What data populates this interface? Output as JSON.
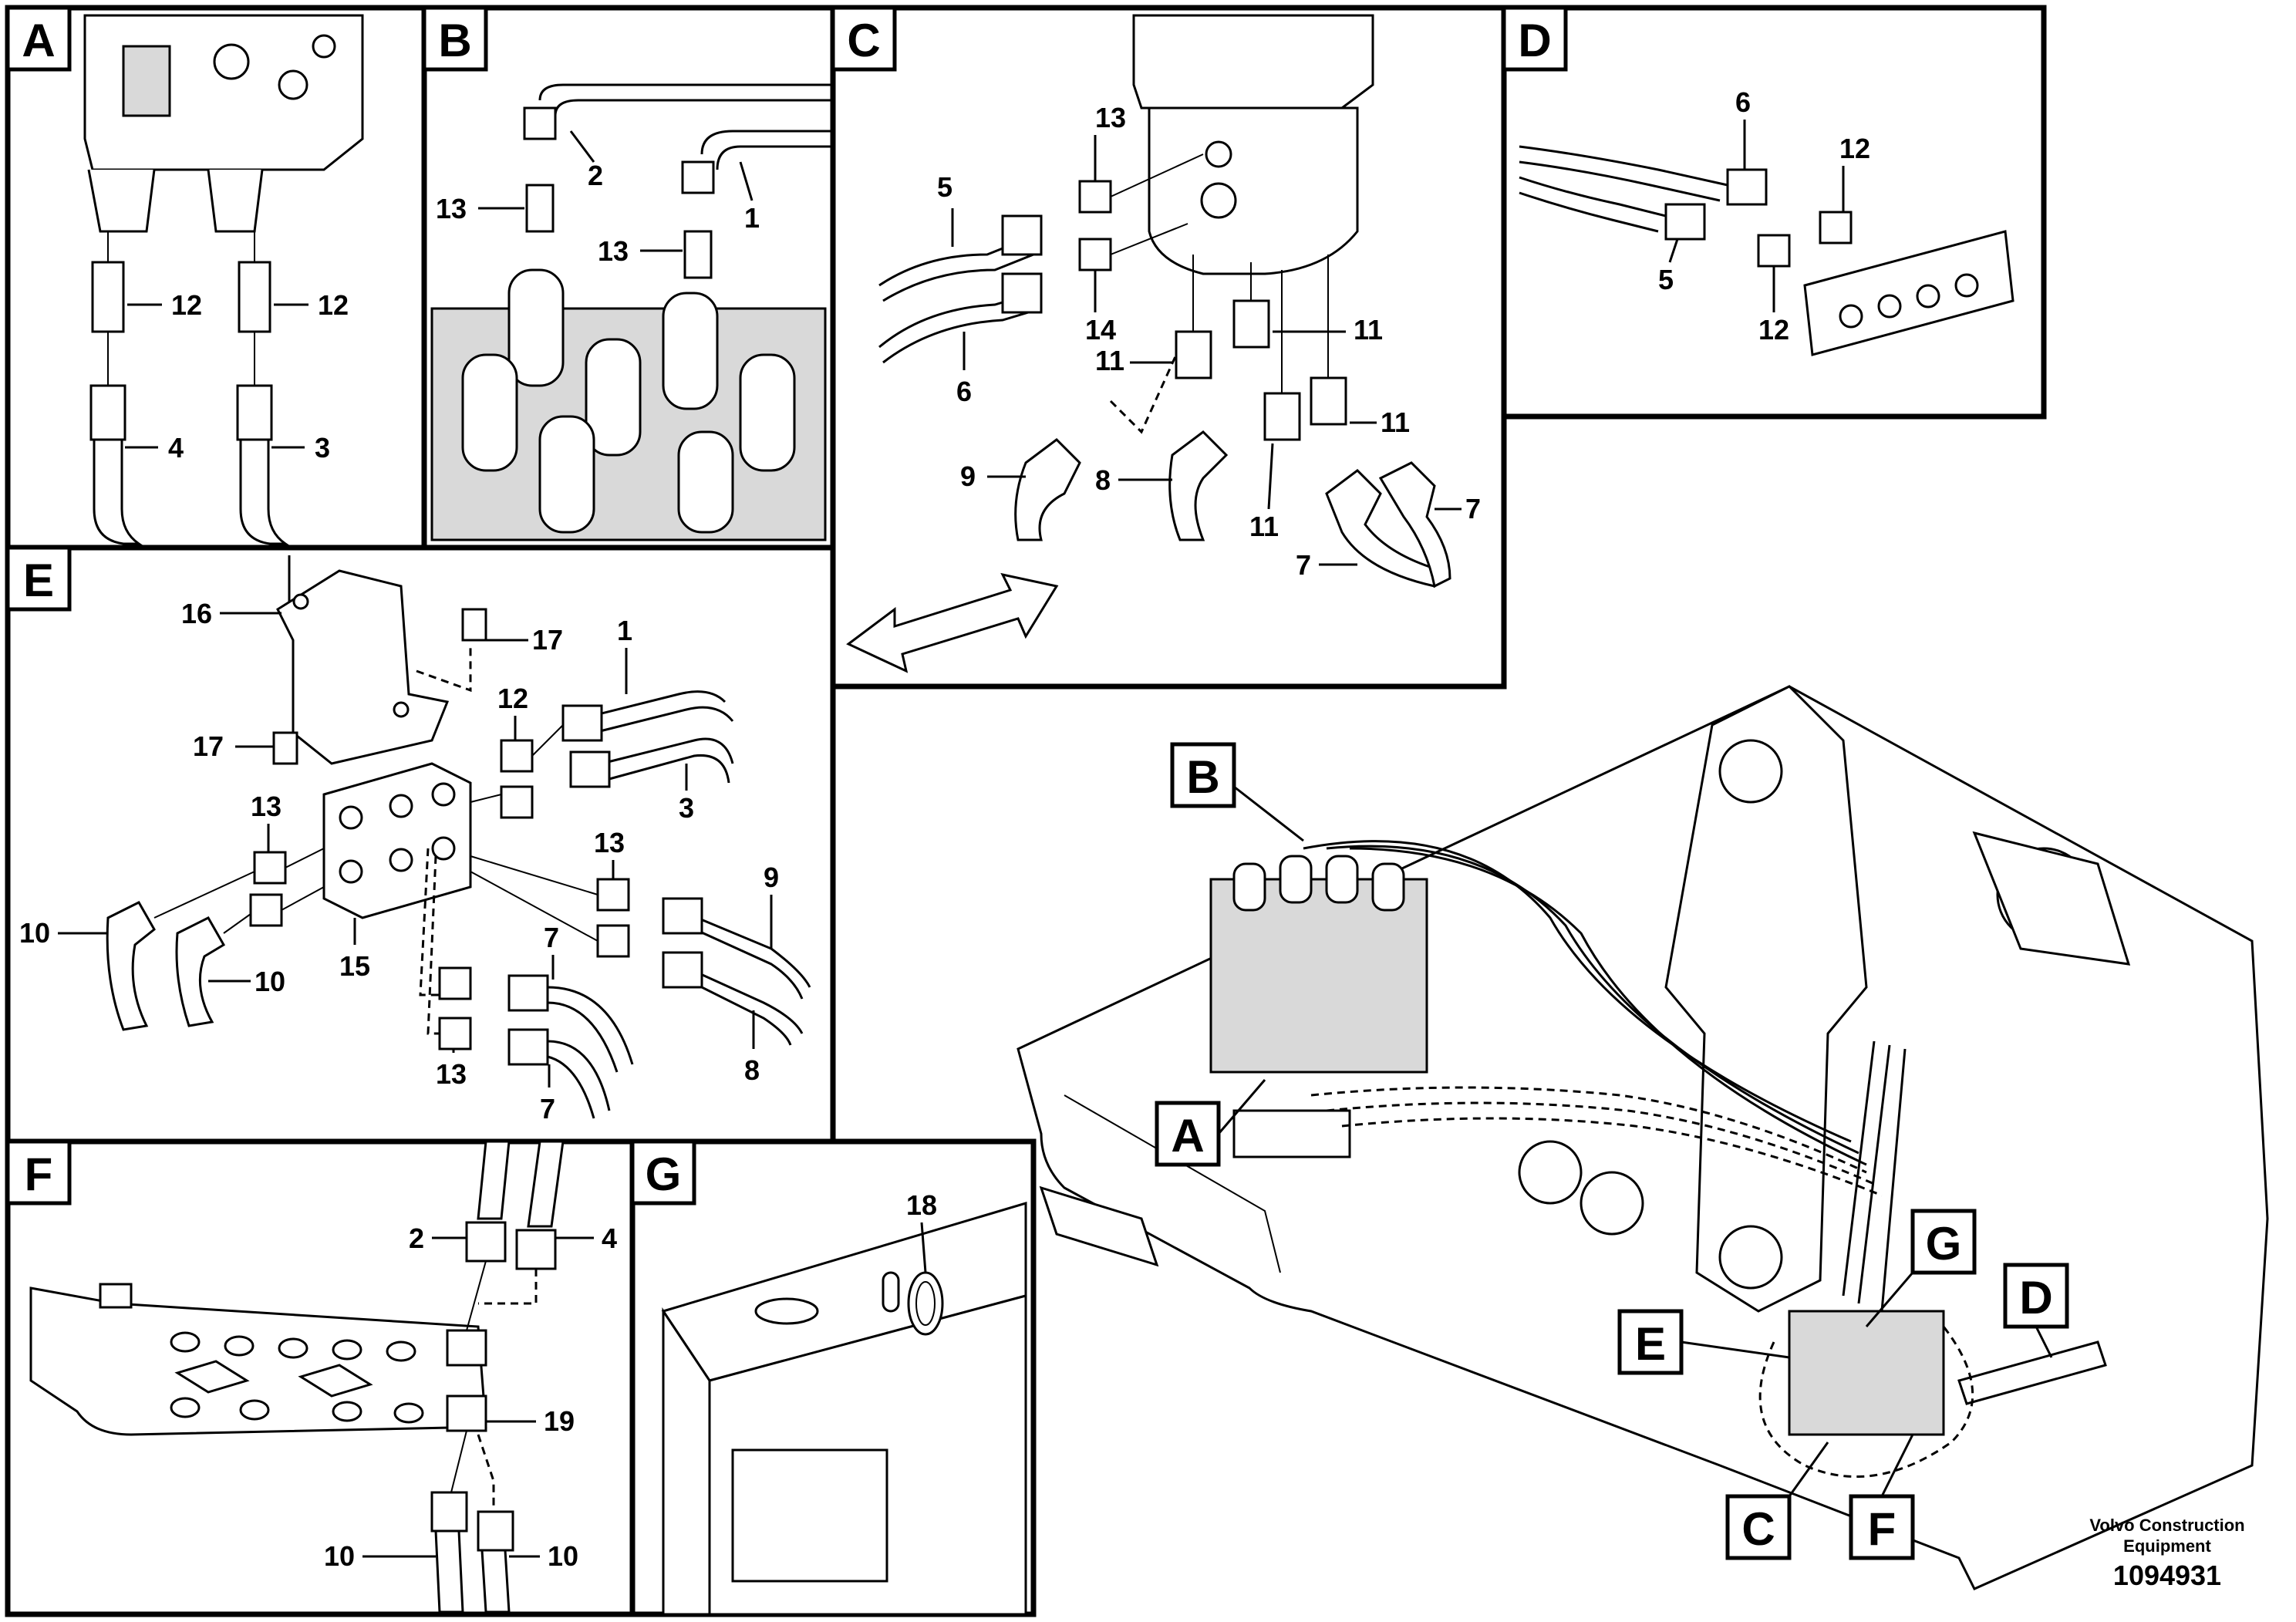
{
  "panels": {
    "A": {
      "tag": "A",
      "callouts": [
        "12",
        "12",
        "4",
        "3"
      ]
    },
    "B": {
      "tag": "B",
      "callouts": [
        "2",
        "1",
        "13",
        "13"
      ]
    },
    "C": {
      "tag": "C",
      "callouts": [
        "13",
        "5",
        "14",
        "6",
        "11",
        "11",
        "11",
        "11",
        "9",
        "8",
        "7",
        "7"
      ]
    },
    "D": {
      "tag": "D",
      "callouts": [
        "6",
        "12",
        "5",
        "12"
      ]
    },
    "E": {
      "tag": "E",
      "callouts": [
        "16",
        "17",
        "1",
        "12",
        "17",
        "13",
        "3",
        "13",
        "9",
        "7",
        "10",
        "10",
        "15",
        "8",
        "13",
        "7"
      ]
    },
    "F": {
      "tag": "F",
      "callouts": [
        "2",
        "4",
        "19",
        "10",
        "10"
      ]
    },
    "G": {
      "tag": "G",
      "callouts": [
        "18"
      ]
    }
  },
  "overview": {
    "tags": [
      "B",
      "A",
      "G",
      "E",
      "D",
      "C",
      "F"
    ]
  },
  "credit": {
    "line1": "Volvo Construction",
    "line2": "Equipment",
    "doc_number": "1094931"
  },
  "colors": {
    "ink": "#000000",
    "paper": "#ffffff",
    "shade": "#d9d9d9"
  },
  "icons": {
    "direction_arrow": "view-direction-arrow-icon"
  }
}
